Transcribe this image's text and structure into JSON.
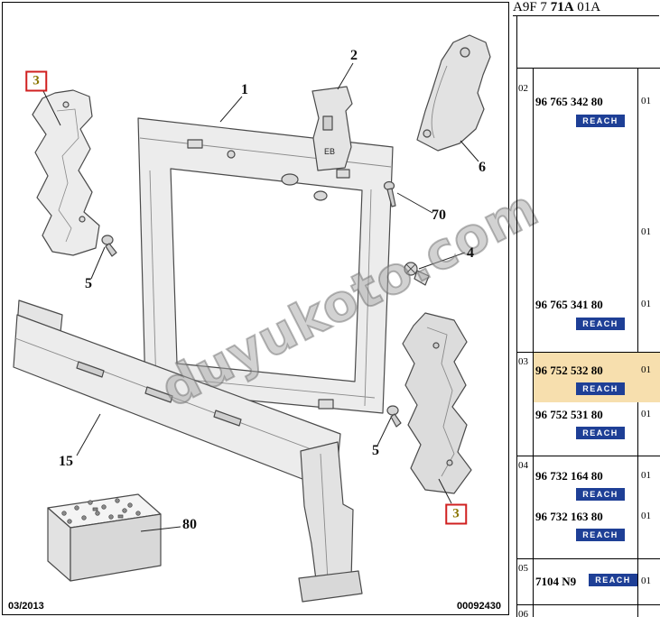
{
  "header": {
    "prefix": "A9F 7",
    "bold": "71A",
    "suffix": "01A"
  },
  "watermark": "duyukoto.com",
  "reach_label": "REACH",
  "footer": {
    "date": "03/2013",
    "doc_number": "00092430"
  },
  "colors": {
    "highlight_row": "#f7dfae",
    "reach_badge": "#1e3f96",
    "callout_box": "#d02020",
    "callout_highlight_text": "#8a7500"
  },
  "diagram": {
    "part2_marking": "EB",
    "callouts": [
      {
        "label": "3",
        "highlighted": true
      },
      {
        "label": "1",
        "highlighted": false
      },
      {
        "label": "2",
        "highlighted": false
      },
      {
        "label": "6",
        "highlighted": false
      },
      {
        "label": "70",
        "highlighted": false
      },
      {
        "label": "4",
        "highlighted": false
      },
      {
        "label": "5",
        "highlighted": false
      },
      {
        "label": "5",
        "highlighted": false
      },
      {
        "label": "15",
        "highlighted": false
      },
      {
        "label": "80",
        "highlighted": false
      },
      {
        "label": "3",
        "highlighted": true
      }
    ]
  },
  "table": {
    "groups": [
      {
        "id": "02",
        "rows": [
          {
            "number": "96 765 342 80",
            "qty": "01",
            "reach": true
          },
          {
            "number": "",
            "qty": "01",
            "reach": false
          },
          {
            "number": "96 765 341 80",
            "qty": "01",
            "reach": true
          }
        ]
      },
      {
        "id": "03",
        "rows": [
          {
            "number": "96 752 532 80",
            "qty": "01",
            "reach": true,
            "highlighted": true
          },
          {
            "number": "96 752 531 80",
            "qty": "01",
            "reach": true
          }
        ]
      },
      {
        "id": "04",
        "rows": [
          {
            "number": "96 732 164 80",
            "qty": "01",
            "reach": true
          },
          {
            "number": "96 732 163 80",
            "qty": "01",
            "reach": true
          }
        ]
      },
      {
        "id": "05",
        "rows": [
          {
            "number": "7104 N9",
            "qty": "01",
            "reach": true
          }
        ]
      },
      {
        "id": "06",
        "rows": []
      }
    ]
  }
}
